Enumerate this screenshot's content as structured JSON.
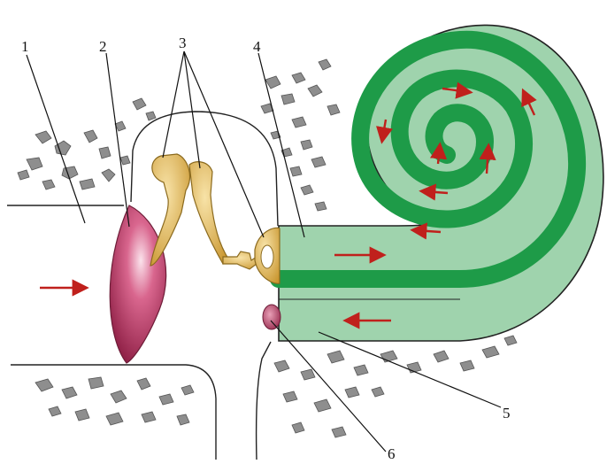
{
  "labels": {
    "l1": "1",
    "l2": "2",
    "l3": "3",
    "l4": "4",
    "l5": "5",
    "l6": "6"
  },
  "colors": {
    "background": "#ffffff",
    "bone_fragments": "#8e8e8e",
    "eardrum": "#b5375e",
    "ossicles": "#e8bd5a",
    "cochlea_fill": "#9fd3ad",
    "basilar_membrane": "#1e9b48",
    "round_window": "#b83c63",
    "arrows": "#c0201c",
    "outline": "#222222"
  },
  "icons": {
    "arrow": "red-arrow-icon",
    "fragment": "bone-fragment-icon"
  }
}
